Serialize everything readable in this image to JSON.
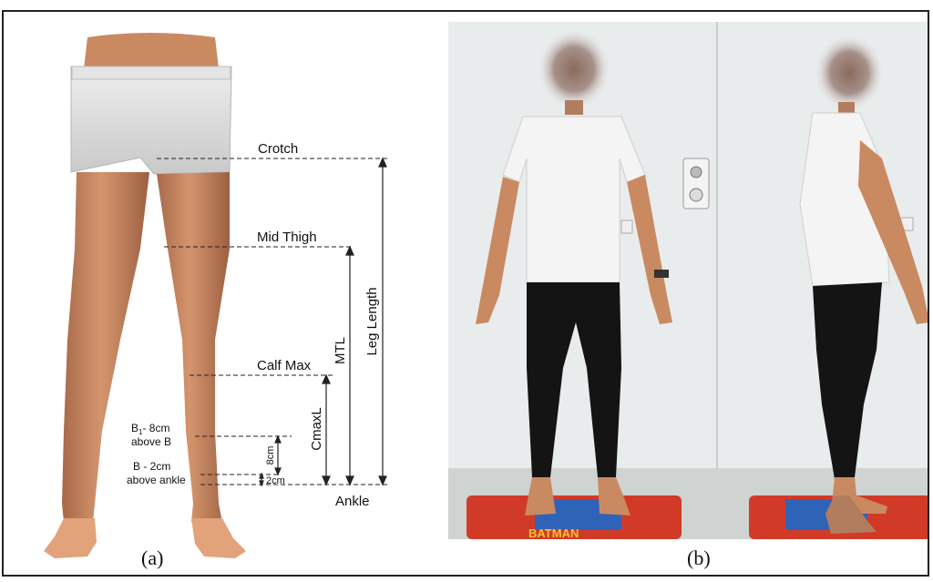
{
  "panel_a": {
    "label": "(a)",
    "labels": {
      "crotch": "Crotch",
      "mid_thigh": "Mid Thigh",
      "calf_max": "Calf Max",
      "ankle": "Ankle",
      "mtl": "MTL",
      "leg_length": "Leg Length",
      "cmaxl": "CmaxL",
      "b1_main": "B",
      "b1_sub": "1",
      "b1_rest": "- 8cm",
      "b1_line2": "above B",
      "b_line1": "B - 2cm",
      "b_line2": "above ankle",
      "dist_8cm": "8cm",
      "dist_2cm": "2cm"
    }
  },
  "panel_b": {
    "label": "(b)",
    "mat_text": "BATMAN"
  },
  "colors": {
    "skin": "#c98a62",
    "skin_dark": "#a86a48",
    "underwear": "#d9d9d9",
    "shirt": "#f4f4f4",
    "tights": "#141414",
    "wall": "#e9ecec",
    "floor": "#cfd3d2",
    "mat_red": "#d23a28",
    "mat_blue": "#2f63b8",
    "mat_yellow": "#f1c232"
  }
}
